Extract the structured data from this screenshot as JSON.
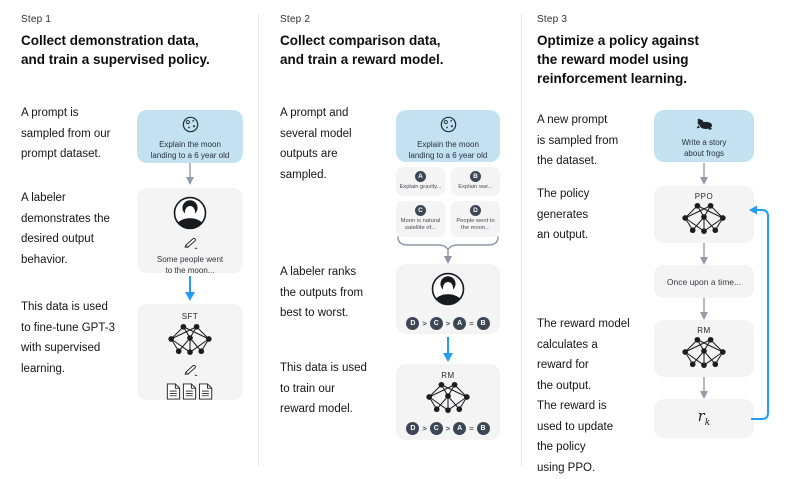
{
  "colors": {
    "accent_blue": "#259df4",
    "card_blue": "#c4e1f2",
    "card_gray": "#f4f4f5",
    "badge_dark": "#3d4654",
    "arrow_gray": "#959daa"
  },
  "step1": {
    "label": "Step 1",
    "heading": "Collect demonstration data,\nand train a supervised policy.",
    "body_prompt": "A prompt is\nsampled from our\nprompt dataset.",
    "body_labeler": "A labeler\ndemonstrates the\ndesired output\nbehavior.",
    "body_finetune": "This data is used\nto fine-tune GPT-3\nwith supervised\nlearning.",
    "prompt_card": {
      "icon": "moon-icon",
      "text": "Explain the moon\nlanding to a 6 year old"
    },
    "labeler_card": {
      "icon": "labeler-avatar-icon",
      "pencil": "pencil-icon",
      "text": "Some people went\nto the moon..."
    },
    "sft_card": {
      "label": "SFT",
      "icon": "neural-network-icon",
      "pencil": "pencil-icon",
      "docs": "documents-icon"
    }
  },
  "step2": {
    "label": "Step 2",
    "heading": "Collect comparison data,\nand train a reward model.",
    "body_sampled": "A prompt and\nseveral model\noutputs are\nsampled.",
    "body_ranks": "A labeler ranks\nthe outputs from\nbest to worst.",
    "body_train": "This data is used\nto train our\nreward model.",
    "prompt_card": {
      "icon": "moon-icon",
      "text": "Explain the moon\nlanding to a 6 year old"
    },
    "outputs": [
      {
        "badge": "A",
        "text": "Explain gravity..."
      },
      {
        "badge": "B",
        "text": "Explain war..."
      },
      {
        "badge": "C",
        "text": "Moon is natural\nsatellite of..."
      },
      {
        "badge": "D",
        "text": "People went to\nthe moon..."
      }
    ],
    "ranking": [
      "D",
      ">",
      "C",
      ">",
      "A",
      "=",
      "B"
    ],
    "rank_card": {
      "icon": "labeler-avatar-icon"
    },
    "rm_card": {
      "label": "RM",
      "icon": "neural-network-icon"
    }
  },
  "step3": {
    "label": "Step 3",
    "heading": "Optimize a policy against\nthe reward model using\nreinforcement learning.",
    "body_prompt": "A new prompt\nis sampled from\nthe dataset.",
    "body_policy": "The policy\ngenerates\nan output.",
    "body_reward": "The reward model\ncalculates a\nreward for\nthe output.",
    "body_update": "The reward is\nused to update\nthe policy\nusing PPO.",
    "prompt_card": {
      "icon": "frog-icon",
      "text": "Write a story\nabout frogs"
    },
    "ppo_card": {
      "label": "PPO",
      "icon": "neural-network-icon"
    },
    "output_card": {
      "text": "Once upon a time..."
    },
    "rm_card": {
      "label": "RM",
      "icon": "neural-network-icon"
    },
    "reward_card": {
      "base": "r",
      "sub": "k"
    }
  }
}
